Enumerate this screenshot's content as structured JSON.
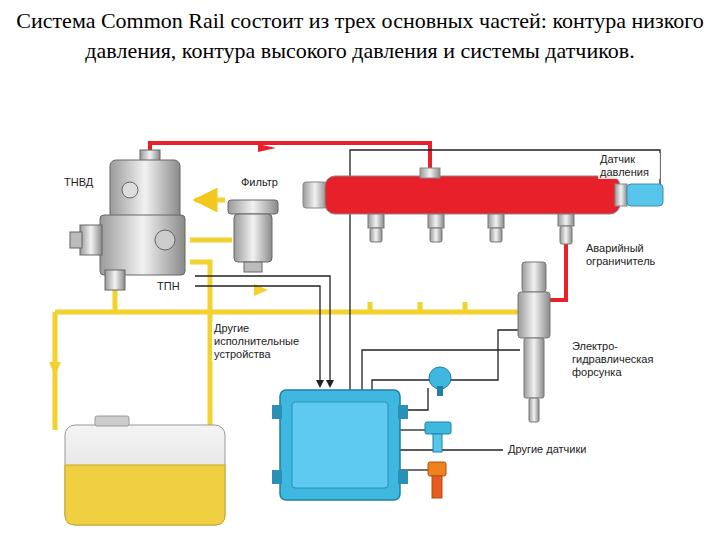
{
  "diagram": {
    "title": "Система Common Rail состоит из трех основных частей: контура низкого давления, контура высокого давления и системы датчиков.",
    "nodes": [
      {
        "text": [
          "ТНВД",
          "ТПН"
        ]
      },
      {
        "text": [
          "Фильтр"
        ]
      },
      {
        "text": [
          "Датчик давления"
        ]
      },
      {
        "text": [
          "Аварийный ограничитель"
        ]
      },
      {
        "text": [
          "Электро-гидравлическая форсунка"
        ]
      }
    ],
    "edges": [
      {
        "from": 1,
        "to": 0,
        "arrow": "to"
      }
    ],
    "labels": [
      "Другие исполнительные устройства",
      "Другие датчики"
    ]
  }
}
